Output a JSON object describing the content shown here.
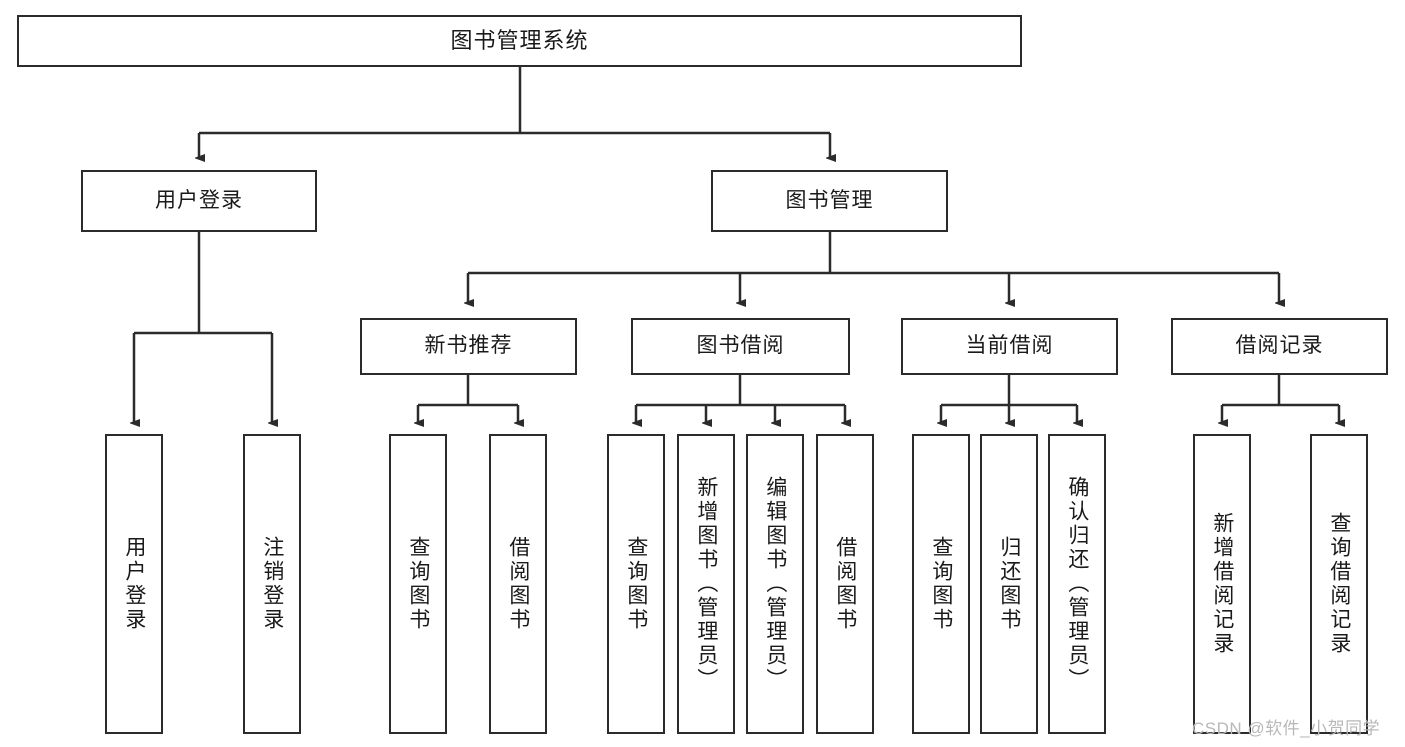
{
  "diagram": {
    "title": "图书管理系统",
    "type": "tree-hierarchy",
    "root": {
      "label": "图书管理系统"
    },
    "level2": [
      {
        "label": "用户登录"
      },
      {
        "label": "图书管理"
      }
    ],
    "level3": [
      {
        "label": "新书推荐"
      },
      {
        "label": "图书借阅"
      },
      {
        "label": "当前借阅"
      },
      {
        "label": "借阅记录"
      }
    ],
    "leaves": {
      "user_login": [
        {
          "label": "用户登录"
        },
        {
          "label": "注销登录"
        }
      ],
      "new_book_recommend": [
        {
          "label": "查询图书"
        },
        {
          "label": "借阅图书"
        }
      ],
      "book_borrow": [
        {
          "label": "查询图书"
        },
        {
          "label": "新增图书（管理员）"
        },
        {
          "label": "编辑图书（管理员）"
        },
        {
          "label": "借阅图书"
        }
      ],
      "current_borrow": [
        {
          "label": "查询图书"
        },
        {
          "label": "归还图书"
        },
        {
          "label": "确认归还（管理员）"
        }
      ],
      "borrow_records": [
        {
          "label": "新增借阅记录"
        },
        {
          "label": "查询借阅记录"
        }
      ]
    }
  },
  "watermark": {
    "text": "CSDN @软件_小贺同学"
  },
  "colors": {
    "stroke": "#2b2b2b",
    "background": "#ffffff",
    "text": "#1a1a1a",
    "watermark": "#b8b8b8"
  }
}
